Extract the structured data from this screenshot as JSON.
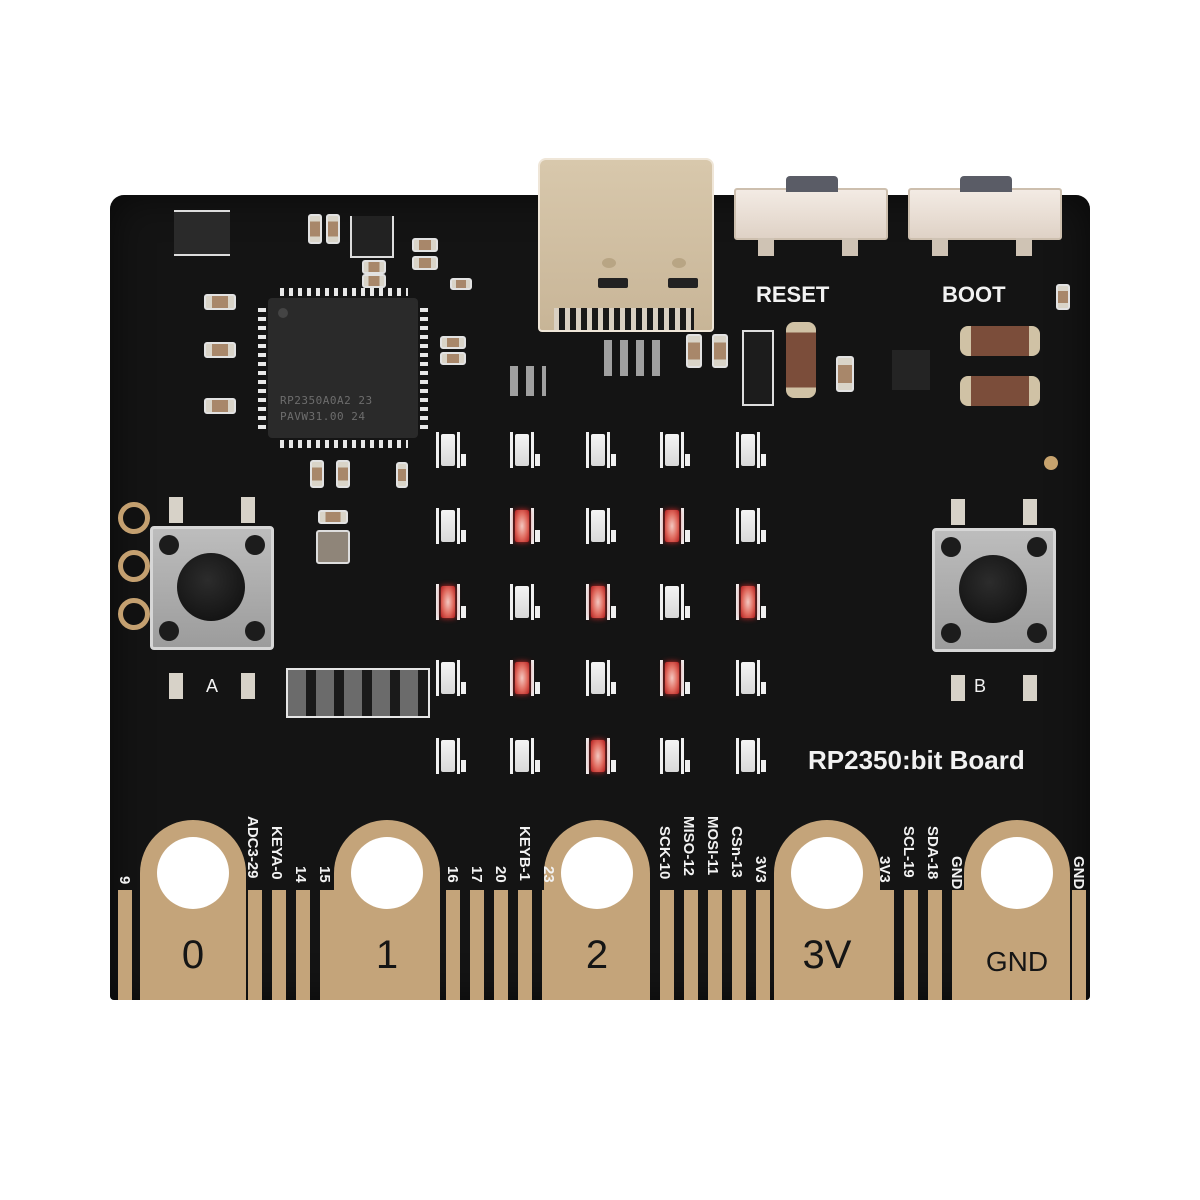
{
  "product": {
    "board_name": "RP2350:bit Board",
    "chip_marking_line1": "RP2350A0A2 23",
    "chip_marking_line2": "PAVW31.00 24"
  },
  "switches": [
    {
      "label": "RESET"
    },
    {
      "label": "BOOT"
    }
  ],
  "buttons": [
    {
      "label": "A"
    },
    {
      "label": "B"
    }
  ],
  "led_matrix": {
    "rows": 5,
    "cols": 5,
    "lit_color": "#d12a2a",
    "state": [
      [
        0,
        0,
        0,
        0,
        0
      ],
      [
        0,
        1,
        0,
        1,
        0
      ],
      [
        1,
        0,
        1,
        0,
        1
      ],
      [
        0,
        1,
        0,
        1,
        0
      ],
      [
        0,
        0,
        1,
        0,
        0
      ]
    ]
  },
  "edge_connector": {
    "big_pads": [
      {
        "label": "0"
      },
      {
        "label": "1"
      },
      {
        "label": "2"
      },
      {
        "label": "3V"
      },
      {
        "label": "GND"
      }
    ],
    "pin_labels": [
      "9",
      "ADC3-29",
      "KEYA-0",
      "14",
      "15",
      "16",
      "17",
      "20",
      "KEYB-1",
      "23",
      "SCK-10",
      "MISO-12",
      "MOSI-11",
      "CSn-13",
      "3V3",
      "3V3",
      "SCL-19",
      "SDA-18",
      "GND",
      "GND"
    ]
  },
  "colors": {
    "pcb": "#141414",
    "gold": "#c4a47a",
    "silkscreen": "#f2f2f2",
    "led_lit": "#d12a2a"
  }
}
